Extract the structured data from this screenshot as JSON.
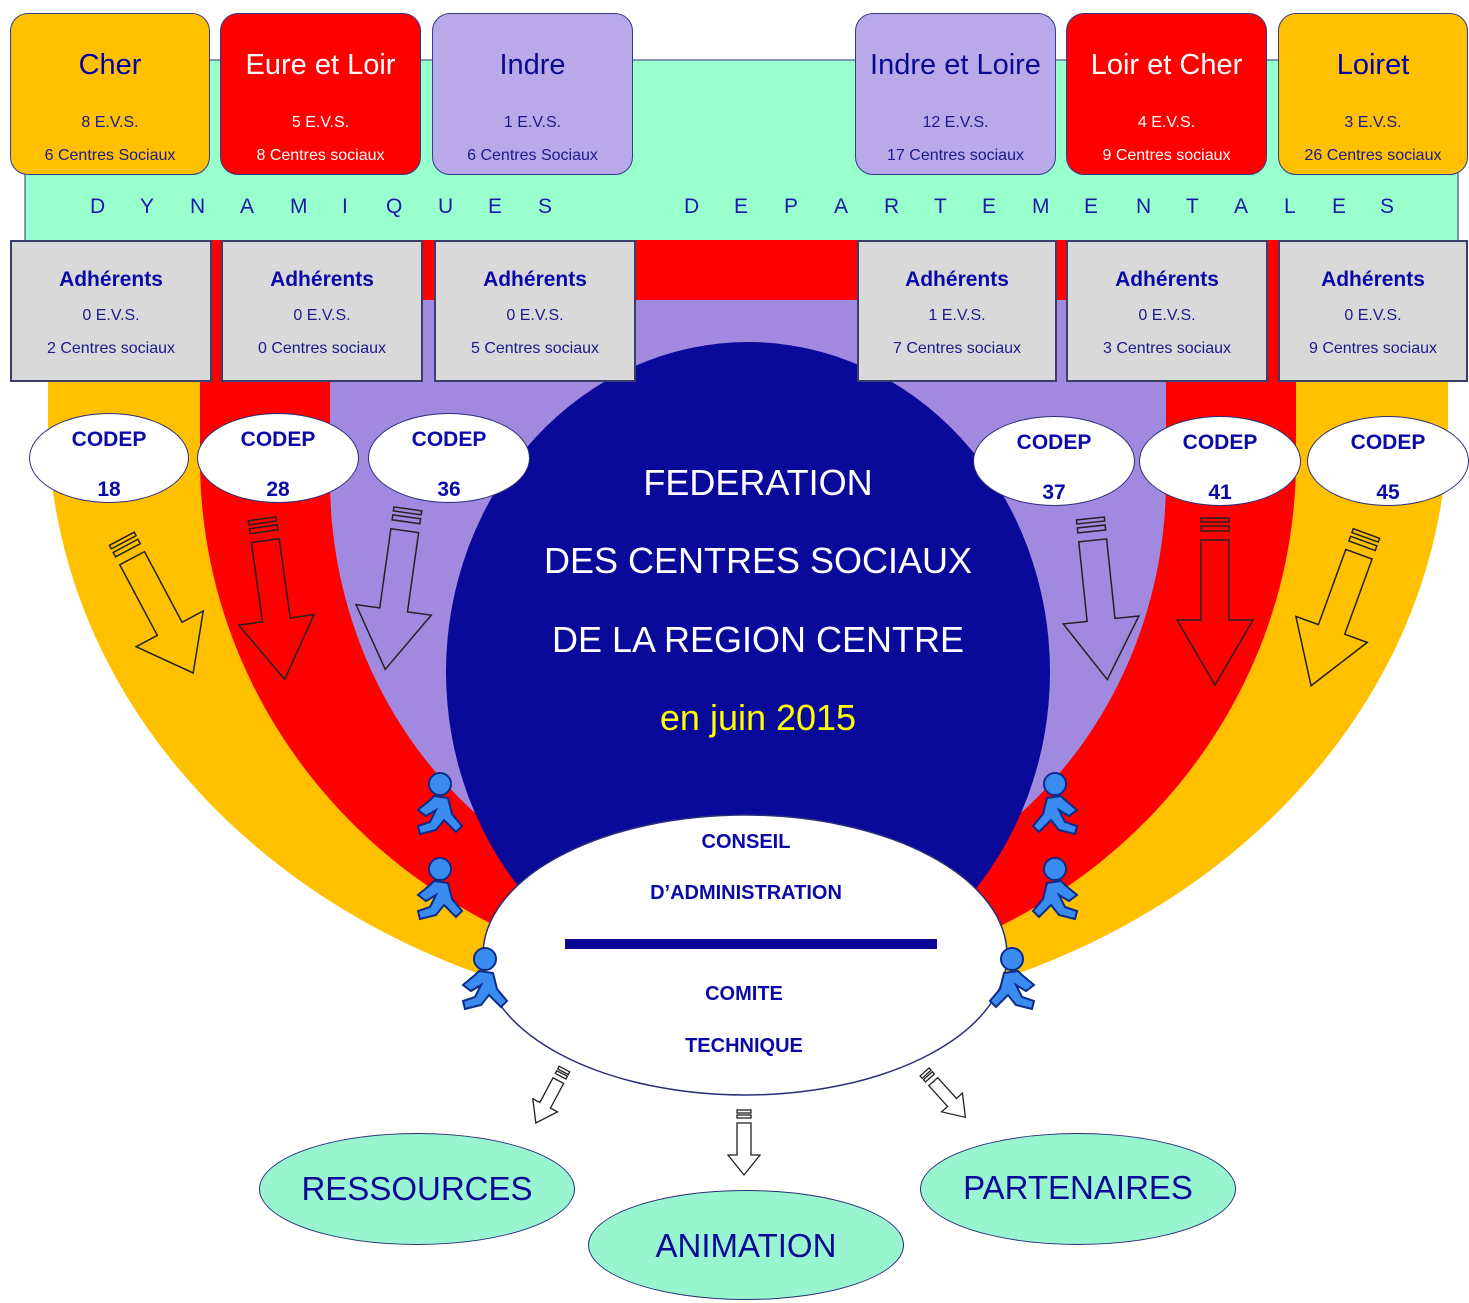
{
  "departments": [
    {
      "name": "Cher",
      "evs": "8 E.V.S.",
      "centres": "6 Centres Sociaux"
    },
    {
      "name": "Eure et Loir",
      "evs": "5 E.V.S.",
      "centres": "8 Centres sociaux"
    },
    {
      "name": "Indre",
      "evs": "1 E.V.S.",
      "centres": "6 Centres Sociaux"
    },
    {
      "name": "Indre et Loire",
      "evs": "12 E.V.S.",
      "centres": "17 Centres sociaux"
    },
    {
      "name": "Loir et Cher",
      "evs": "4 E.V.S.",
      "centres": "9 Centres sociaux"
    },
    {
      "name": "Loiret",
      "evs": "3 E.V.S.",
      "centres": "26 Centres sociaux"
    }
  ],
  "band_text": {
    "word1": [
      "D",
      "Y",
      "N",
      "A",
      "M",
      "I",
      "Q",
      "U",
      "E",
      "S"
    ],
    "word2": [
      "D",
      "E",
      "P",
      "A",
      "R",
      "T",
      "E",
      "M",
      "E",
      "N",
      "T",
      "A",
      "L",
      "E",
      "S"
    ]
  },
  "adherents": [
    {
      "title": "Adhérents",
      "evs": "0 E.V.S.",
      "centres": "2 Centres sociaux"
    },
    {
      "title": "Adhérents",
      "evs": "0 E.V.S.",
      "centres": "0 Centres sociaux"
    },
    {
      "title": "Adhérents",
      "evs": "0 E.V.S.",
      "centres": "5 Centres sociaux"
    },
    {
      "title": "Adhérents",
      "evs": "1 E.V.S.",
      "centres": "7 Centres sociaux"
    },
    {
      "title": "Adhérents",
      "evs": "0 E.V.S.",
      "centres": "3 Centres sociaux"
    },
    {
      "title": "Adhérents",
      "evs": "0 E.V.S.",
      "centres": "9 Centres sociaux"
    }
  ],
  "codep": [
    {
      "label": "CODEP",
      "number": "18"
    },
    {
      "label": "CODEP",
      "number": "28"
    },
    {
      "label": "CODEP",
      "number": "36"
    },
    {
      "label": "CODEP",
      "number": "37"
    },
    {
      "label": "CODEP",
      "number": "41"
    },
    {
      "label": "CODEP",
      "number": "45"
    }
  ],
  "federation": {
    "line1": "FEDERATION",
    "line2": "DES CENTRES SOCIAUX",
    "line3": "DE LA REGION CENTRE",
    "date": "en juin 2015"
  },
  "board": {
    "line1": "CONSEIL",
    "line2": "D’ADMINISTRATION",
    "line3": "COMITE",
    "line4": "TECHNIQUE"
  },
  "outputs": {
    "ressources": "RESSOURCES",
    "animation": "ANIMATION",
    "partenaires": "PARTENAIRES"
  },
  "colors": {
    "yellow": "#ffc000",
    "red": "#ff0000",
    "lilac": "#b9a9e8",
    "purple_band": "#9f88e0",
    "navy": "#0a0a9a",
    "mint": "#99f5cf",
    "grey": "#d9d9d9"
  }
}
